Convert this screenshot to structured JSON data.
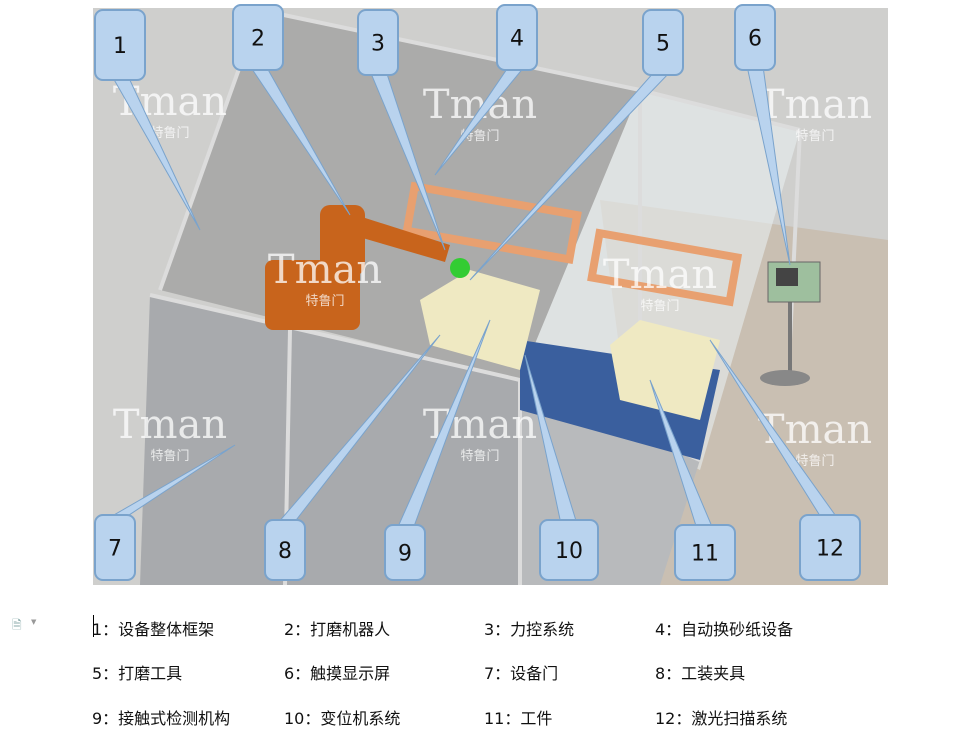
{
  "watermark": {
    "brand": "Tman",
    "sub": "特鲁门"
  },
  "callouts": [
    "1",
    "2",
    "3",
    "4",
    "5",
    "6",
    "7",
    "8",
    "9",
    "10",
    "11",
    "12"
  ],
  "legend": [
    "1：设备整体框架",
    "2：打磨机器人",
    "3：力控系统",
    "4：自动换砂纸设备",
    "5：打磨工具",
    "6：触摸显示屏",
    "7：设备门",
    "8：工装夹具",
    "9：接触式检测机构",
    "10：变位机系统",
    "11：工件",
    "12：激光扫描系统"
  ],
  "colors": {
    "callout_fill": "#b9d3ee",
    "callout_border": "#7aa3cc",
    "robot": "#d2691e"
  }
}
